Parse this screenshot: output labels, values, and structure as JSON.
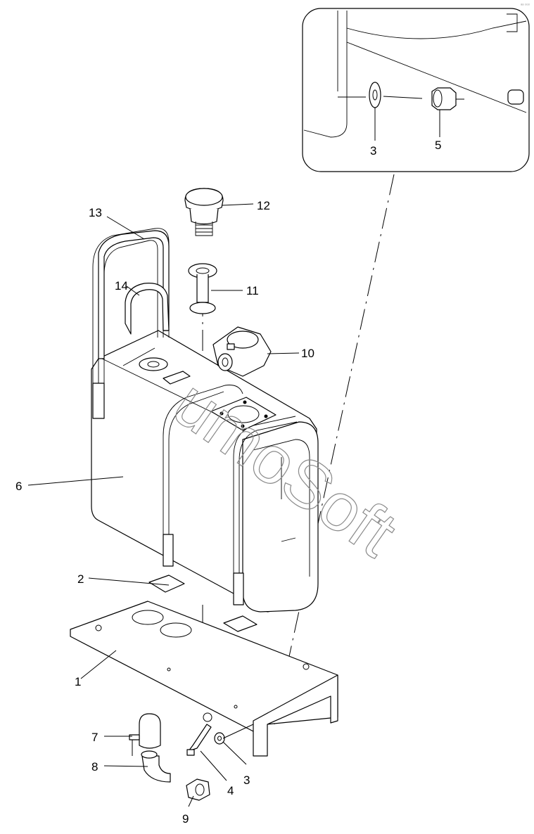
{
  "diagram": {
    "callouts": {
      "c1": "1",
      "c2": "2",
      "c3": "3",
      "c4": "4",
      "c6": "6",
      "c7": "7",
      "c8": "8",
      "c9": "9",
      "c10": "10",
      "c11": "11",
      "c12": "12",
      "c13": "13",
      "c14": "14",
      "inset3": "3",
      "inset5": "5"
    },
    "watermark": "umoSoft",
    "corner_mark": "ᵃᵃ ᵒᵒᵒ"
  }
}
